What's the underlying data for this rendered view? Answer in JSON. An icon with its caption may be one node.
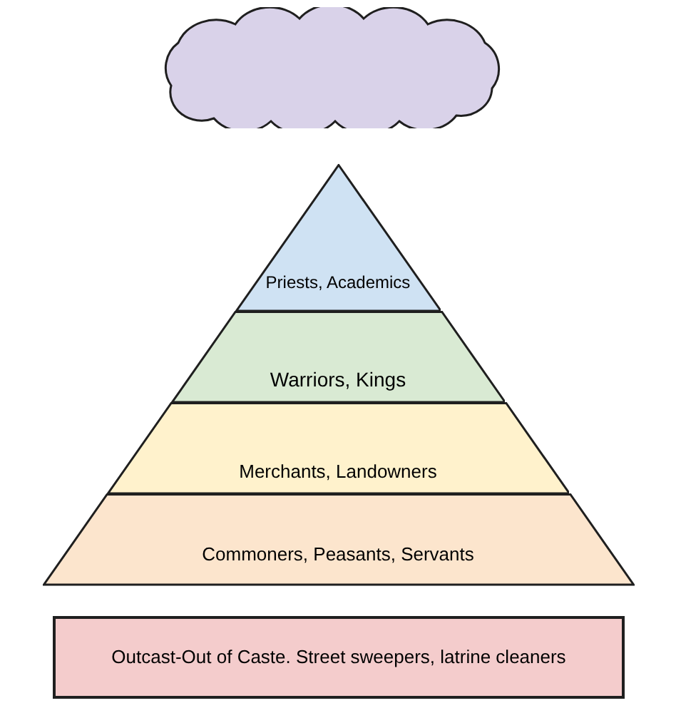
{
  "diagram": {
    "nodes": [
      {
        "text": [],
        "shape": "cloud"
      },
      {
        "text": [
          "Priests, Academics"
        ]
      },
      {
        "text": [
          "Warriors, Kings"
        ]
      },
      {
        "text": [
          "Merchants, Landowners"
        ]
      },
      {
        "text": [
          "Commoners, Peasants, Servants"
        ]
      },
      {
        "text": [
          "Outcast-Out of Caste. Street sweepers, latrine cleaners"
        ]
      }
    ]
  }
}
